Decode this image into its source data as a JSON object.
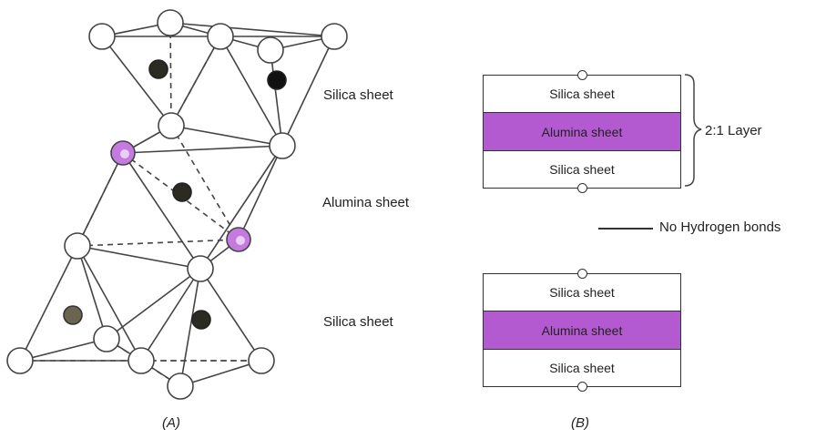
{
  "panel_a": {
    "caption": "(A)",
    "labels": {
      "top": "Silica sheet",
      "middle": "Alumina sheet",
      "bottom": "Silica sheet"
    }
  },
  "panel_b": {
    "caption": "(B)",
    "upper_stack": {
      "top": "Silica sheet",
      "middle": "Alumina sheet",
      "bottom": "Silica sheet"
    },
    "lower_stack": {
      "top": "Silica sheet",
      "middle": "Alumina sheet",
      "bottom": "Silica sheet"
    },
    "bracket_label": "2:1 Layer",
    "bond_label": "No Hydrogen bonds"
  },
  "colors": {
    "alumina": "#b35ad0",
    "purple_atom": "#c47ae0",
    "cation_dark": "#2b2b22",
    "cation_olive": "#6b6550"
  }
}
